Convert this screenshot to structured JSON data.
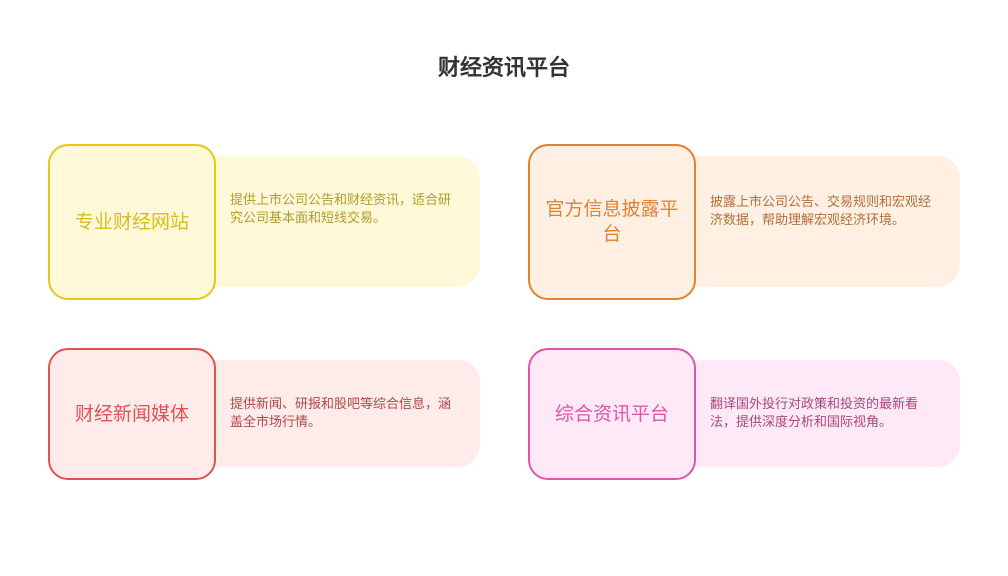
{
  "title": "财经资讯平台",
  "cards": [
    {
      "name": "专业财经网站",
      "desc": "提供上市公司公告和财经资讯，适合研究公司基本面和短线交易。",
      "border": "#e3c918",
      "fill": "#fff9da",
      "text": "#d9bd1c",
      "desc_color": "#b29a2c"
    },
    {
      "name": "官方信息披露平台",
      "desc": "披露上市公司公告、交易规则和宏观经济数据，帮助理解宏观经济环境。",
      "border": "#e0832f",
      "fill": "#fff0e3",
      "text": "#e0832f",
      "desc_color": "#b0703a"
    },
    {
      "name": "财经新闻媒体",
      "desc": "提供新闻、研报和股吧等综合信息，涵盖全市场行情。",
      "border": "#e25252",
      "fill": "#ffebea",
      "text": "#e25252",
      "desc_color": "#b04848"
    },
    {
      "name": "综合资讯平台",
      "desc": "翻译国外投行对政策和投资的最新看法，提供深度分析和国际视角。",
      "border": "#dd56a8",
      "fill": "#ffe9f6",
      "text": "#dd56a8",
      "desc_color": "#a8477f"
    }
  ]
}
